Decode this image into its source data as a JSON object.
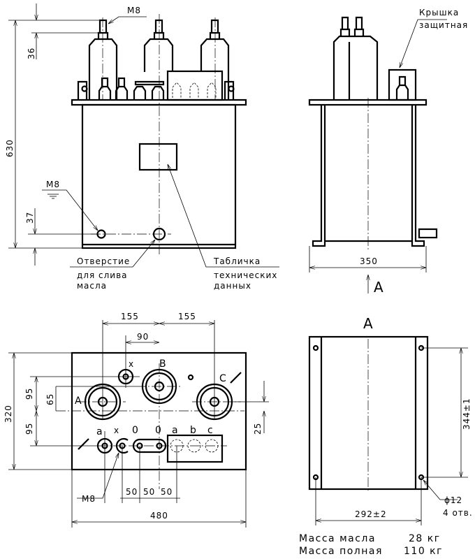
{
  "front_view": {
    "dim_thread_top": "М8",
    "dim_36": "36",
    "dim_630": "630",
    "dim_37": "37",
    "dim_thread_ground": "М8",
    "drain_label": [
      "Отверстие",
      "для слива",
      "масла"
    ],
    "plate_label": [
      "Табличка",
      "технических",
      "данных"
    ]
  },
  "side_view": {
    "cover_label": [
      "Крышка",
      "защитная"
    ],
    "dim_350": "350",
    "view_arrow_label": "А"
  },
  "top_view": {
    "dim_155_left": "155",
    "dim_155_right": "155",
    "dim_90": "90",
    "dim_320": "320",
    "dim_95_top": "95",
    "dim_65": "65",
    "dim_95_bottom": "95",
    "dim_25": "25",
    "dim_480": "480",
    "dim_50": [
      "50",
      "50",
      "50"
    ],
    "thread_label": "М8",
    "hv_terminals": [
      "A",
      "B",
      "C"
    ],
    "x_terminal": "x",
    "lv_terminals": [
      "a",
      "x",
      "0",
      "0",
      "a",
      "b",
      "c"
    ]
  },
  "view_a": {
    "title": "А",
    "dim_344": "344±1",
    "dim_292": "292±2",
    "hole_label": "ϕ12",
    "hole_count": "4 отв."
  },
  "mass": {
    "oil_label": "Масса масла",
    "oil_value": "28 кг",
    "total_label": "Масса полная",
    "total_value": "110 кг"
  }
}
